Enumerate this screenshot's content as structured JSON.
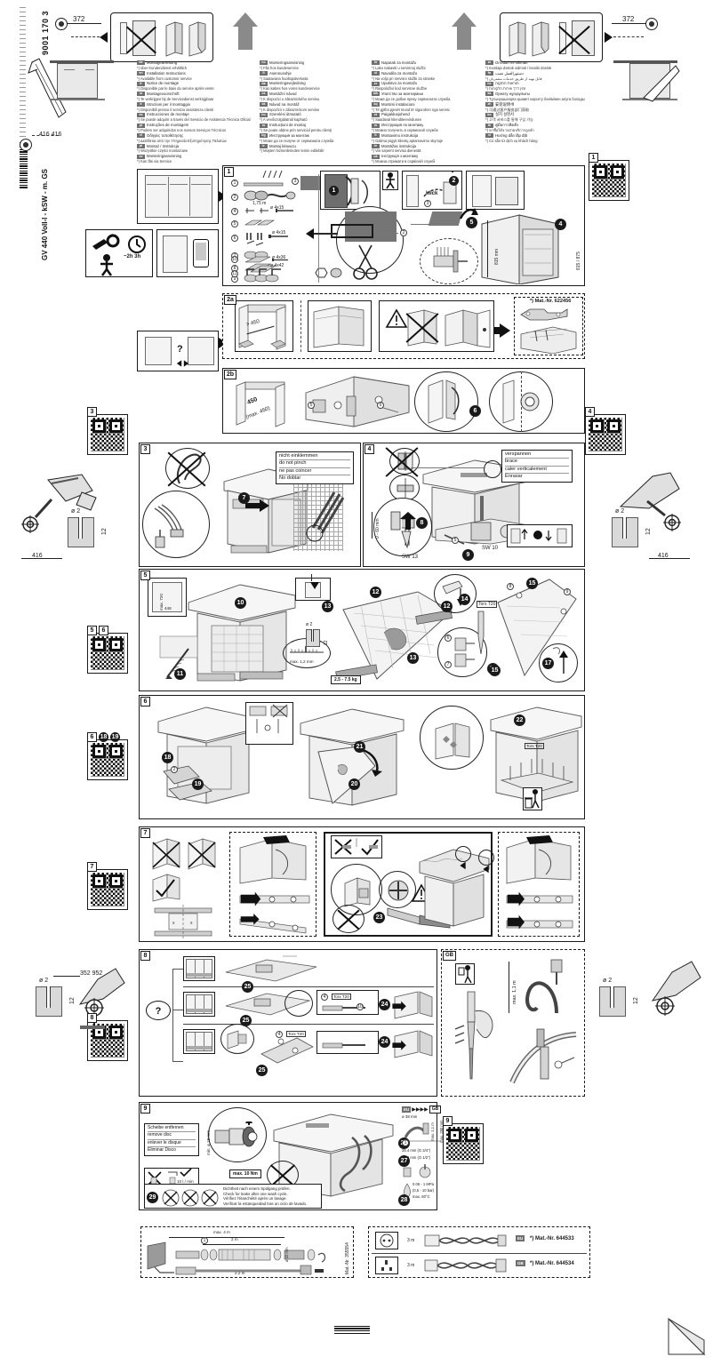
{
  "document": {
    "doc_number": "9001 170 3",
    "model_code": "GV 440 VolI-I - kSW - m. GS",
    "top_dimension_left": "372",
    "top_dimension_right": "372",
    "left_dim_416a": "416",
    "left_dim_416b": "416",
    "drill_dim_416_upper": "416",
    "drill_dim_416_lower": "416",
    "drill_dim_352_952": "352 952",
    "drill_diameter": "ø 2",
    "drill_depth": "12",
    "time_estimate": "~2h 3h"
  },
  "languages": {
    "left_column": [
      {
        "code": "de",
        "title": "Montageanleitung",
        "sub": "*) über Kundendienst erhältlich"
      },
      {
        "code": "en",
        "title": "Installation Instructions",
        "sub": "*) Available from customer service"
      },
      {
        "code": "fr",
        "title": "Notice de montage",
        "sub": "*) Disponible par le biais du service après-vente"
      },
      {
        "code": "nl",
        "title": "Montagevoorschrift",
        "sub": "*) Te verkrijgen bij de Servicedienst verkrijgbaar"
      },
      {
        "code": "it",
        "title": "Istruzioni per il montaggio",
        "sub": "*) Disponibili presso il servizio assistenza clienti"
      },
      {
        "code": "es",
        "title": "Instrucciones de montaje",
        "sub": "*) Se puede adquirir a través del Servicio de Asistencia Técnica Oficial de la marca"
      },
      {
        "code": "pt",
        "title": "Instruções de montagem",
        "sub": "*) Podem ser adquiridos nos nossos Serviços Técnicos"
      },
      {
        "code": "el",
        "title": "Οδηγίες τοποθέτησης",
        "sub": "*) Διατίθεται από την Υπηρεσία Εξυπηρέτησης Πελατών"
      },
      {
        "code": "pl",
        "title": "Montaż / Instrukcja",
        "sub": "*) Wszystkie części montażowe"
      },
      {
        "code": "sv",
        "title": "Monteringsanvisning",
        "sub": "*) Kan fås via Service"
      }
    ],
    "mid_column": [
      {
        "code": "no",
        "title": "Monteringsanvisning",
        "sub": "*) Fås hos kundeservice"
      },
      {
        "code": "fi",
        "title": "Asennusohje",
        "sub": "*) Saatavana huoltopalvelusta"
      },
      {
        "code": "da",
        "title": "Monteringsvejledning",
        "sub": "*) Kan købes hos vores kundeservice"
      },
      {
        "code": "cs",
        "title": "Montážní návod",
        "sub": "*) K dispozici u zákaznického servisu"
      },
      {
        "code": "sk",
        "title": "Návod na montáž",
        "sub": "*) K dispozícii v zákazníckom servise"
      },
      {
        "code": "hu",
        "title": "Szerelési útmutató",
        "sub": "*) A vevőszolgálatnál kapható"
      },
      {
        "code": "ro",
        "title": "Instrucțiuni de montaj",
        "sub": "*) Se poate obține prin serviciul pentru clienți"
      },
      {
        "code": "bg",
        "title": "Инструкция за монтаж",
        "sub": "*) Може да се получи от сервизната служба"
      },
      {
        "code": "tr",
        "title": "Montaj kılavuzu",
        "sub": "*) Müşteri hizmetlerinden temin edilebilir"
      }
    ],
    "right_mid_column": [
      {
        "code": "hr",
        "title": "Naputak za montažu",
        "sub": "*) Lako nabaviti u servisnoj službi"
      },
      {
        "code": "sl",
        "title": "Navodila za montažo",
        "sub": "*) Na voljo pri servisni službi za stranke"
      },
      {
        "code": "sr",
        "title": "Uputstvo za montažu",
        "sub": "*) Raspoloživi kod servisne službe"
      },
      {
        "code": "mk",
        "title": "Упатство за монтирање",
        "sub": "*) Може да се добие преку сервисната служба"
      },
      {
        "code": "sq",
        "title": "Montimi instalacioni",
        "sub": "*) Të gjitha pjesët mund të sigurohen nga servisi"
      },
      {
        "code": "et",
        "title": "Paigaldusjuhend",
        "sub": "*) Saadaval klienditeeninduses"
      },
      {
        "code": "ru",
        "title": "Инструкция по монтажу",
        "sub": "*) Можно получить в сервисной службе"
      },
      {
        "code": "lt",
        "title": "Montavimo instrukcija",
        "sub": "*) Galima įsigyti klientų aptarnavimo skyriuje"
      },
      {
        "code": "lv",
        "title": "Montāžas instrukcija",
        "sub": "*) Var saņemt servisa dienestā"
      },
      {
        "code": "uk",
        "title": "Інструкція з монтажу",
        "sub": "*) Можна отримати в сервісній службі"
      }
    ],
    "right_column": [
      {
        "code": "ar",
        "title": "Orredari və təlimatı",
        "sub": "*) montaja dəstək xidməti / texniki dəstək"
      },
      {
        "code": "fa",
        "title": "دستورالعمل نصب",
        "sub": "*) قابل تهیه از طریق خدمات مشتریان"
      },
      {
        "code": "he",
        "title": "הוראות התקנה",
        "sub": "*) זמין דרך שירות הלקוחות"
      },
      {
        "code": "kk",
        "title": "Орнату нұсқаулығы",
        "sub": "*) Тұтынушыларға қызмет көрсету бөлімінен алуға болады"
      },
      {
        "code": "zh",
        "title": "安装说明书",
        "sub": "*) 可通过客户服务部门获取"
      },
      {
        "code": "ko",
        "title": "설치 설명서",
        "sub": "*) 고객 서비스를 통해 구입 가능"
      },
      {
        "code": "th",
        "title": "คู่มือการติดตั้ง",
        "sub": "*) หาซื้อได้จากฝ่ายบริการลูกค้า"
      },
      {
        "code": "vi",
        "title": "Hướng dẫn lắp đặt",
        "sub": "*) Có sẵn từ dịch vụ khách hàng"
      }
    ]
  },
  "steps": {
    "step1": {
      "number": "1",
      "parts": [
        {
          "id": "1",
          "spec": ""
        },
        {
          "id": "2",
          "spec": "1,75 m"
        },
        {
          "id": "4",
          "spec": "ø 4x15"
        },
        {
          "id": "5",
          "spec": ""
        },
        {
          "id": "6",
          "spec": "ø 4x15"
        },
        {
          "id": "7",
          "spec": ""
        },
        {
          "id": "8",
          "spec": "ø 4x42"
        },
        {
          "id": "9",
          "spec": ""
        },
        {
          "id": "10",
          "spec": "ø 4x36"
        },
        {
          "id": "11",
          "spec": ""
        }
      ],
      "callouts": [
        "1",
        "2",
        "3",
        "4",
        "5"
      ],
      "height_label": "815 mm",
      "click_label": "klick"
    },
    "step2a": {
      "number": "2a",
      "dim_min": "> 450",
      "material_note": "*) Mat.-Nr. 622456"
    },
    "step2b": {
      "number": "2b",
      "dim": "450",
      "dim_max": "(max. 450)",
      "callouts": [
        "6"
      ]
    },
    "step3": {
      "number": "3",
      "note": [
        "nicht einklemmen",
        "do not pinch",
        "ne pas coincer",
        "No doblar"
      ],
      "callouts": [
        "7"
      ]
    },
    "step4": {
      "number": "4",
      "note": [
        "verspannen",
        "brace",
        "caler verticalement",
        "Enrasar"
      ],
      "callouts": [
        "8",
        "9"
      ],
      "wrench_1": "SW 13",
      "wrench_2": "SW 10",
      "gap_label": "0 - 60 mm"
    },
    "step5": {
      "number": "5",
      "callouts": [
        "10",
        "11",
        "12",
        "13",
        "14",
        "15",
        "16",
        "17"
      ],
      "dim_max": "max. 720",
      "dim_min": "448",
      "tolerance": "max. 1,2 mm",
      "weight": "2.5 - 7.5 kg",
      "drill": "ø 2",
      "drill_depth": "12",
      "torx": "Torx T20"
    },
    "step6": {
      "number": "6",
      "callouts": [
        "18",
        "19",
        "20",
        "21",
        "22"
      ],
      "torx": "Torx T20"
    },
    "step7": {
      "number": "7",
      "callouts": [
        "23"
      ]
    },
    "step8": {
      "number": "8",
      "callouts": [
        "24",
        "25"
      ],
      "decision": "?",
      "torx": "Torx T20",
      "gb_label": "GB",
      "gb_height": "max. 1,1 m"
    },
    "step9": {
      "number": "9",
      "note": [
        "Scheibe entfernen",
        "remove disc",
        "enlever le disque",
        "Eliminar Disco"
      ],
      "min_diameter": "min. ø 18 mm",
      "flow": "10 l / min",
      "torque": "max. 10 Nm",
      "callouts": [
        "26",
        "27",
        "28",
        "29"
      ],
      "gb_label": "GB",
      "hose_min": "ø 38 mm",
      "hose_max_h": "max. 1,1 m",
      "hose_max_h2": "max. 280 mm",
      "thread_1": "26.4 mm (G 3/4\")",
      "thread_2": "20.9 mm (G 1/2\")",
      "pressure": "0.05 - 1 MPa",
      "pressure_bar": "(0,5 - 10 bar)",
      "temp": "max. 60°C",
      "leak_check": [
        "Dichtheit nach einem Spülgang prüfen.",
        "Check for leaks after one wash cycle.",
        "Vérifiez l'étanchéité après un lavage.",
        "Verificar la estanqueidad tras un ciclo de lavado."
      ]
    }
  },
  "accessories": {
    "hose_kit": {
      "max_length": "max. 4 m",
      "length_2m": "2 m",
      "length_22m": "2.2 m",
      "diameter": "ø 22 mm",
      "material_number": "Mat.-Nr. 355554"
    },
    "cables": [
      {
        "region": "EU",
        "length": "3 m",
        "material_number": "*) Mat.-Nr. 644533"
      },
      {
        "region": "GB",
        "length": "3 m",
        "material_number": "*) Mat.-Nr. 644534"
      }
    ]
  },
  "qr_labels": {
    "top_right": "1",
    "step3": "3",
    "step4": "4",
    "step56": "5 6",
    "step6": "6",
    "step7": "7",
    "step8": "8",
    "step9": "9"
  },
  "colors": {
    "ink": "#1a1a1a",
    "fill_light": "#e9e9e9",
    "fill_mid": "#d0d0d0",
    "fill_dark": "#6e6e6e",
    "arrow_gray": "#8a8a8a"
  }
}
